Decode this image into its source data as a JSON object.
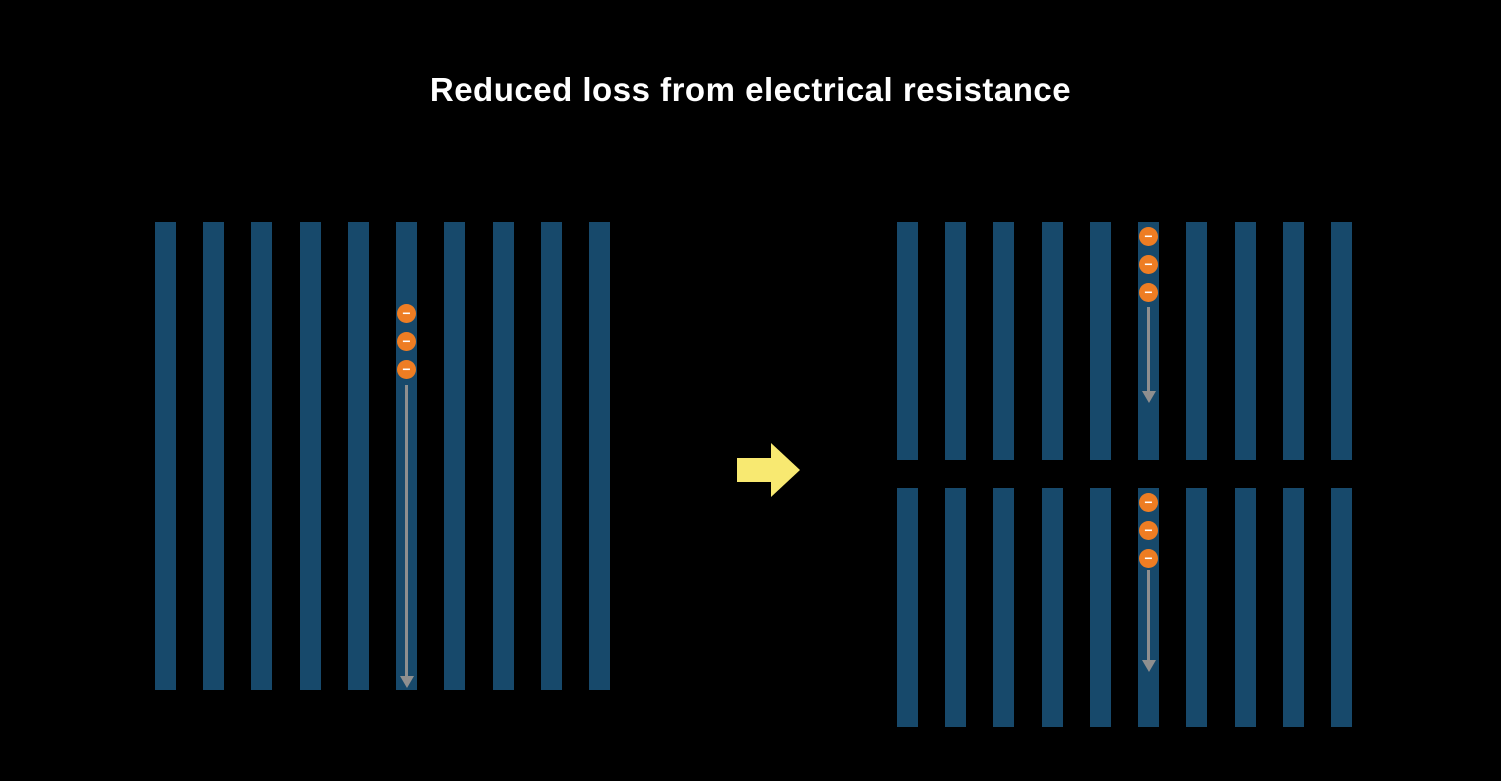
{
  "title": "Reduced loss from electrical resistance",
  "colors": {
    "background": "#000000",
    "title_text": "#ffffff",
    "bar": "#17496b",
    "electron": "#ee7d23",
    "electron_symbol": "#ffffff",
    "flow_arrow": "#8f8f8f",
    "transition_arrow": "#f8e971"
  },
  "electron": {
    "symbol": "−"
  },
  "left_panel": {
    "bar_count": 10,
    "electron_count": 3
  },
  "right_top_panel": {
    "bar_count": 10,
    "electron_count": 3
  },
  "right_bottom_panel": {
    "bar_count": 10,
    "electron_count": 3
  }
}
